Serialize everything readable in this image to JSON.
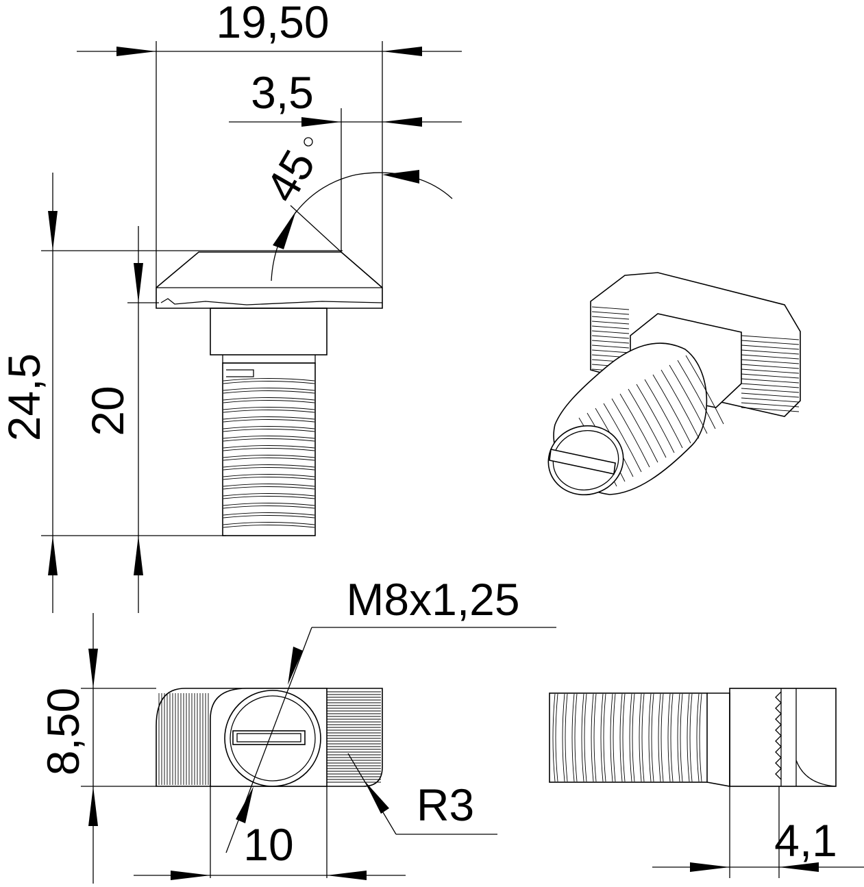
{
  "drawing": {
    "dimensions": {
      "overall_width": "19,50",
      "chamfer_width": "3,5",
      "chamfer_angle": "45",
      "total_height": "24,5",
      "thread_length": "20",
      "thread_spec": "M8x1,25",
      "head_height": "8,50",
      "shank_width": "10",
      "corner_radius": "R3",
      "head_thickness": "4,1"
    },
    "degree_symbol": "°",
    "line_color": "#000000",
    "background_color": "#ffffff"
  }
}
